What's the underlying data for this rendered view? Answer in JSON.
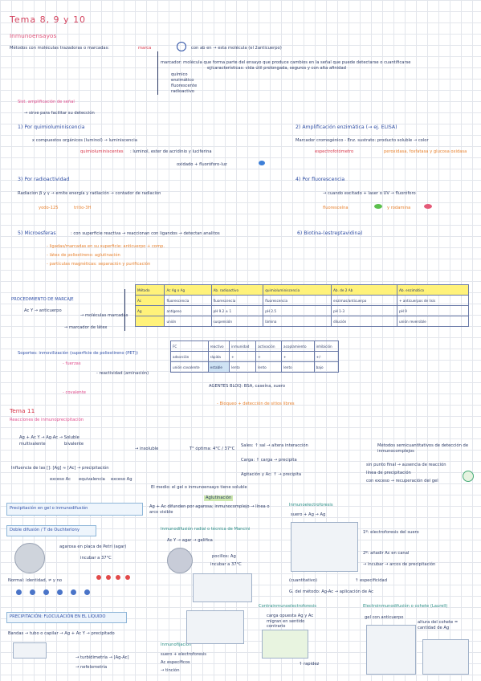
{
  "title": "Tema 8, 9 y 10",
  "sections": {
    "inmunoensayos": {
      "heading": "Inmunoensayos",
      "intro": "Métodos con moléculas trazadoras o marcadas:",
      "marca_label": "marca",
      "marca_text": "con ab en → esta molécula (el 2anticuerpo)",
      "marcador_def": "marcador: molécula que forma parte del ensayo que produce cambios en la señal que puede detectarse o cuantificarse",
      "marcador_props": "ej/características: vida útil prolongada, seguros y con alta afinidad",
      "marcador_types": [
        "químico",
        "enzimático",
        "fluorescente",
        "radioactivo"
      ],
      "sist_amp": "Sist. amplificación de señal",
      "sist_amp_desc": "→ sirve para facilitar su detección",
      "quimio": {
        "heading": "1) Por quimioluminiscencia",
        "line1": "x  compuestos orgánicos (luminol) → luminiscencia",
        "line2_label": "quimioluminiscentes",
        "line2_text": ": luminol, ester de acridinio y luciferina",
        "line3": "oxidado + fluoróforo-luz"
      },
      "amp_enz": {
        "heading": "2) Amplificación enzimática (→ ej. ELISA)",
        "line1": "Marcador cromogénico - Enz. sustrato: producto soluble → color",
        "line2_label": "espectrofotómetro",
        "line2_text": "peroxidasa, fosfatasa y glucosa oxidasa"
      },
      "radio": {
        "heading": "3) Por radioactividad",
        "line1": "Radiación β y γ → emite energía y radiación → contador de radiación",
        "iso1": "yodo-125",
        "iso2": "tritio-3H"
      },
      "fluor": {
        "heading": "4) Por fluorescencia",
        "line1": "→ cuando excitado + laser o UV → fluoróforo",
        "line2_a": "fluoresceína",
        "line2_b": "y rodamina"
      },
      "microesferas": {
        "heading": "5) Microesferas",
        "line1": ": con superficie reactiva → reaccionan con ligandos → detectan analitos",
        "bullets": [
          "- ligadas/marcadas en su superficie: anticuerpo + comp.",
          "- látex de poliestireno: aglutinación",
          "- partículas magnéticas: separación y purificación"
        ]
      },
      "biotina": {
        "heading": "6) Biotina-(estreptavidina)"
      }
    },
    "procedimiento": {
      "label": "PROCEDIMIENTO DE MARCAJE",
      "items": [
        "Ac Y → anticuerpo",
        "→ moléculas marcadas",
        "→ marcador de látex"
      ]
    },
    "table1": {
      "headers": [
        "Método",
        "Ac Ag o Ag",
        "Ab. radioactivo",
        "quimioluminiscencia",
        "Ab. de 2 Ab",
        "Ab. enzimático"
      ],
      "rows": [
        [
          "Ac",
          "fluorescencia",
          "fluorescencia",
          "fluorescencia",
          "enzimas/anticuerpo",
          "+ anticuerpos de lisis"
        ],
        [
          "Ag",
          "antígeno",
          "pH 9.2 ± 1",
          "pH 2.5",
          "pH 1-3",
          "pH 9"
        ],
        [
          "",
          "unión",
          "suspensión",
          "lámina",
          "dilución",
          "unión reversible"
        ]
      ]
    },
    "table2": {
      "headers": [
        "FC",
        "reactivo",
        "inmunidad",
        "activación",
        "acoplamiento",
        "inhibición"
      ],
      "rows": [
        [
          "adsorción",
          "rápida",
          "+",
          "+",
          "+",
          "+/-"
        ],
        [
          "unión covalente",
          "estable",
          "lento",
          "lento",
          "lento",
          "bajo"
        ]
      ]
    },
    "soportes": {
      "heading": "Soportes: inmovilización (superficie de poliestireno (PET))",
      "notes": [
        "- fuerzas",
        "- reactividad (aminación)",
        "- covalente",
        "AGENTES BLOQ: BSA, caseína, suero",
        "- Bloqueo + detección de sitios libres"
      ]
    },
    "tema11": {
      "heading": "Tema 11",
      "subheading": "Reacciones de inmunoprecipitación",
      "eq1": "Ag + Ac Y → Ag·Ac → Soluble",
      "eq1_a": "multivalente",
      "eq1_b": "bivalente",
      "eq1_c": "→ insoluble",
      "factors": [
        "T° óptima: 4°C / 37°C",
        "Sales: ↑ sal → altera interacción",
        "Carga: ↑ carga → precipita",
        "Agitación y Ac: ↑ → precipita"
      ],
      "zona": "Influencia de las []: [Ag] ≈ [Ac] → precipitación",
      "zones": [
        "exceso Ac",
        "equivalencia",
        "exceso Ag"
      ],
      "medio": "El medio: el gel o inmunoensayo tiene soluble",
      "medio2": "Aglutinación",
      "metodos": "Métodos semicuantitativos de detección de inmunocomplejos",
      "zonas_right": [
        "sin punto final → ausencia de reacción",
        "línea de precipitación",
        "con exceso → recuperación del gel"
      ]
    },
    "precip_gel": {
      "heading": "Precipitación en gel o inmunodifusión",
      "desc": "Ag + Ac difunden por agarosa; inmunocomplejo → línea o arco visible"
    },
    "ouchterlony": {
      "heading": "Doble difusión / T de Ouchterlony",
      "desc": "agarosa en placa de Petri (agar)",
      "temp": "incubar a 37°C",
      "bottom": "Normal: identidad, ≠ y no"
    },
    "mancini": {
      "heading": "Inmunodifusión radial o técnica de Mancini",
      "line1": "Ac Y → agar → gelifica",
      "line2": "pocillos: Ag",
      "line3": "incubar a 37°C"
    },
    "inmunoelectro": {
      "heading": "Inmunoelectroforesis",
      "line1": "suero + Ag → Ag",
      "steps": [
        "1º: electroforesis del suero",
        "2º: añadir Ac en canal",
        "→ incubar → arcos de precipitación"
      ],
      "cuant": "(cuantitativo)",
      "cuant2": "↑ especificidad",
      "bottom": "G. del método: Ag-Ac → aplicación de Ac"
    },
    "cont_inmuno": {
      "heading": "Contrainmunoelectroforesis",
      "desc": "carga opuesta Ag y Ac migran en sentido contrario",
      "note": "↑ rapidez"
    },
    "electroinmuno": {
      "heading": "Electroinmunodifusión o cohete (Laurell)",
      "desc": "gel con anticuerpo",
      "note": "altura del cohete = cantidad de Ag"
    },
    "precip_fluid": {
      "heading": "PRECIPITACIÓN: FLOCULACIÓN EN EL LÍQUIDO",
      "line1": "Bandas → tubo o capilar → Ag + Ac Y → precipitado",
      "line2": "→ turbidimetría → [Ag-Ac]",
      "line3": "→ nefelometría"
    },
    "inmunofijacion": {
      "heading": "Inmunofijación",
      "line1": "suero + electroforesis",
      "line2": "Ac específicos",
      "line3": "→ tinción"
    }
  }
}
